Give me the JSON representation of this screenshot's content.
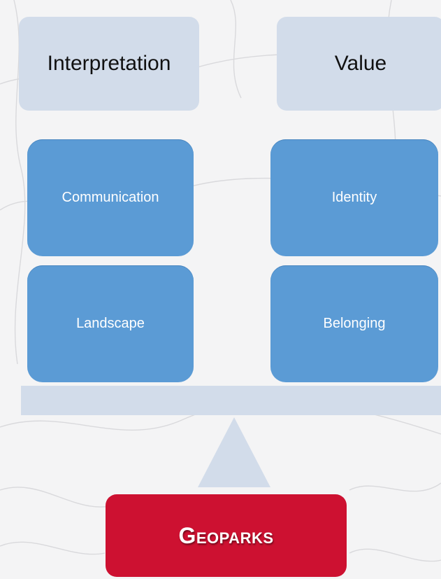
{
  "headers": {
    "left": "Interpretation",
    "right": "Value"
  },
  "blocks": {
    "left_top": "Communication",
    "left_bottom": "Landscape",
    "right_top": "Identity",
    "right_bottom": "Belonging"
  },
  "base": {
    "label": "Geoparks"
  },
  "colors": {
    "header_fill": "#d2dcea",
    "block_fill": "#5b9bd5",
    "base_fill": "#cd1131",
    "background": "#f4f4f5"
  }
}
